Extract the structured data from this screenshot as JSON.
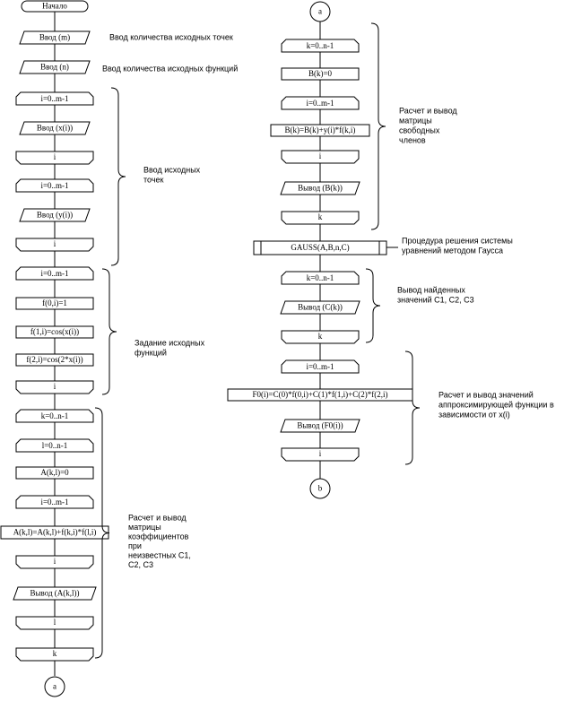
{
  "left": {
    "start": "Начало",
    "in_m": "Ввод (m)",
    "in_n": "Ввод (n)",
    "loop1": "i=0..m-1",
    "in_x": "Ввод (x(i))",
    "end1": "i",
    "loop2": "i=0..m-1",
    "in_y": "Ввод (y(i))",
    "end2": "i",
    "loop3": "i=0..m-1",
    "f0": "f(0,i)=1",
    "f1": "f(1,i)=cos(x(i))",
    "f2": "f(2,i)=cos(2*x(i))",
    "end3": "i",
    "loop_k": "k=0..n-1",
    "loop_l": "l=0..n-1",
    "a_init": "A(k,l)=0",
    "loop_i": "i=0..m-1",
    "a_sum": "A(k,l)=A(k,l)+f(k,i)*f(l,i)",
    "end_i": "i",
    "out_a": "Вывод (A(k,l))",
    "end_l": "l",
    "end_k": "k",
    "conn_a": "a"
  },
  "right": {
    "conn_a": "a",
    "loop_k": "k=0..n-1",
    "b_init": "B(k)=0",
    "loop_i": "i=0..m-1",
    "b_sum": "B(k)=B(k)+y(i)*f(k,i)",
    "end_i": "i",
    "out_b": "Вывод (B(k))",
    "end_k": "k",
    "gauss": "GAUSS(A,B,n,C)",
    "loop_k2": "k=0..n-1",
    "out_c": "Вывод (C(k))",
    "end_k2": "k",
    "loop_i2": "i=0..m-1",
    "f0_calc": "F0(i)=C(0)*f(0,i)+C(1)*f(1,i)+C(2)*f(2,i)",
    "out_f0": "Вывод (F0(i))",
    "end_i2": "i",
    "conn_b": "b"
  },
  "comments": {
    "c_m": "Ввод количества исходных точек",
    "c_n": "Ввод количества исходных функций",
    "c_points": [
      "Ввод исходных",
      "точек"
    ],
    "c_funcs": [
      "Задание исходных",
      "функций"
    ],
    "c_matrix": [
      "Расчет и вывод",
      "матрицы",
      "коэффициентов",
      "при",
      "неизвестных C1,",
      "C2, C3"
    ],
    "c_free": [
      "Расчет и вывод",
      "матрицы",
      "свободных",
      "членов"
    ],
    "c_gauss": [
      "Процедура решения системы",
      "уравнений методом Гаусса"
    ],
    "c_found": [
      "Вывод найденных",
      "значений C1, C2, C3"
    ],
    "c_approx": [
      "Расчет и вывод значений",
      "аппроксимирующей функции в",
      "зависимости от x(i)"
    ]
  }
}
